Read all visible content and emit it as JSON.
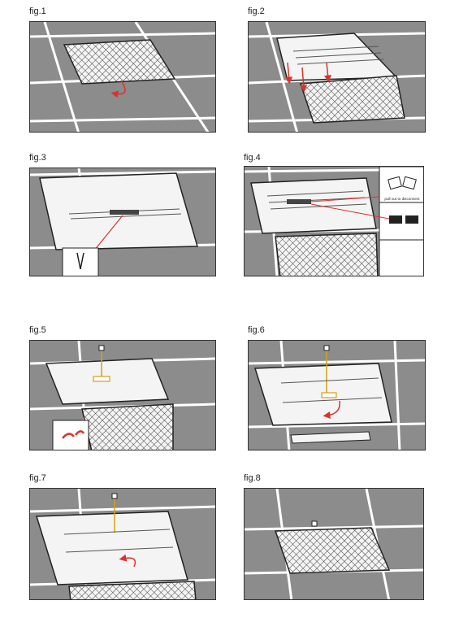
{
  "figures": [
    {
      "label": "fig.1"
    },
    {
      "label": "fig.2"
    },
    {
      "label": "fig.3"
    },
    {
      "label": "fig.4"
    },
    {
      "label": "fig.5"
    },
    {
      "label": "fig.6"
    },
    {
      "label": "fig.7"
    },
    {
      "label": "fig.8"
    }
  ],
  "fig4_inset_text": "pull out to disconnect",
  "colors": {
    "ceiling": "#8c8c8c",
    "grid": "#ffffff",
    "arrow": "#d9332b",
    "wire": "#d4a017",
    "outline": "#222222"
  }
}
